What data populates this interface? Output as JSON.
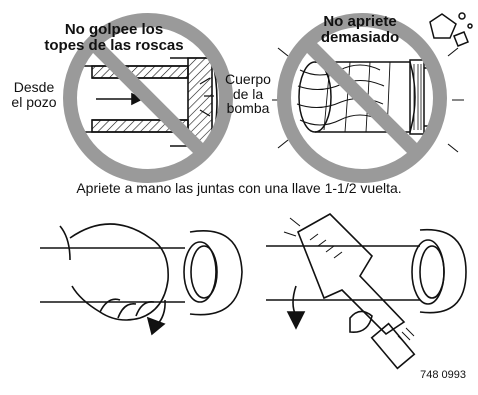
{
  "panels": {
    "top_left": {
      "warning": [
        "No golpee los",
        "topes de las roscas"
      ],
      "from_label": [
        "Desde",
        "el pozo"
      ],
      "pump_label": [
        "Cuerpo",
        "de la",
        "bomba"
      ]
    },
    "top_right": {
      "warning": [
        "No apriete",
        "demasiado"
      ]
    }
  },
  "caption": "Apriete a mano las juntas con una llave 1-1/2 vuelta.",
  "figure_number": "748 0993",
  "colors": {
    "prohibition": "#9a9a9a",
    "ink": "#111111"
  }
}
